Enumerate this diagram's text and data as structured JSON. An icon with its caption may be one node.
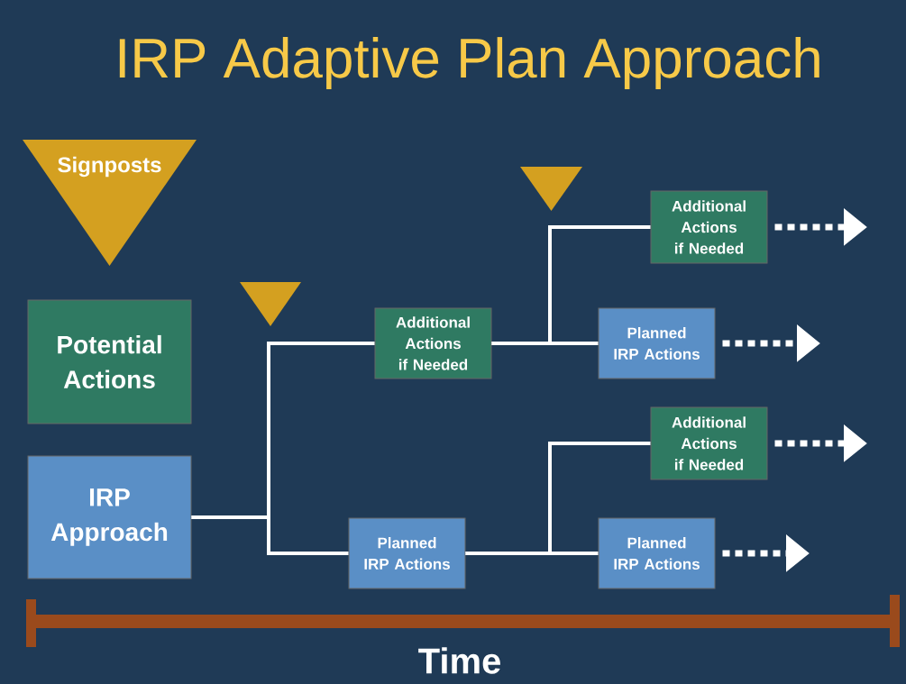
{
  "diagram": {
    "title": "IRP Adaptive Plan Approach",
    "nodes": [
      {
        "text": [
          "Signposts"
        ]
      },
      {
        "text": [
          "Potential Actions"
        ]
      },
      {
        "text": [
          "IRP Approach"
        ]
      },
      {
        "text": [],
        "shape": "triangle"
      },
      {
        "text": [
          "Additional Actions if Needed"
        ]
      },
      {
        "text": [
          "Planned IRP Actions"
        ]
      },
      {
        "text": [],
        "shape": "triangle"
      },
      {
        "text": [
          "Additional Actions if Needed"
        ]
      },
      {
        "text": [
          "Planned IRP Actions"
        ]
      },
      {
        "text": [
          "Additional Actions if Needed"
        ]
      },
      {
        "text": [
          "Planned IRP Actions"
        ]
      }
    ],
    "edges": [
      {
        "from": 2,
        "to": 4,
        "arrow": "none"
      },
      {
        "from": 2,
        "to": 5,
        "arrow": "none"
      },
      {
        "from": 4,
        "to": 7,
        "arrow": "none"
      },
      {
        "from": 4,
        "to": 8,
        "arrow": "none"
      },
      {
        "from": 5,
        "to": 9,
        "arrow": "none"
      },
      {
        "from": 5,
        "to": 10,
        "arrow": "none"
      },
      {
        "from": 7,
        "to": null,
        "arrow": "to",
        "style": "dashed"
      },
      {
        "from": 8,
        "to": null,
        "arrow": "to",
        "style": "dashed"
      },
      {
        "from": 9,
        "to": null,
        "arrow": "to",
        "style": "dashed"
      },
      {
        "from": 10,
        "to": null,
        "arrow": "to",
        "style": "dashed"
      }
    ],
    "labels": [
      "Time"
    ]
  }
}
